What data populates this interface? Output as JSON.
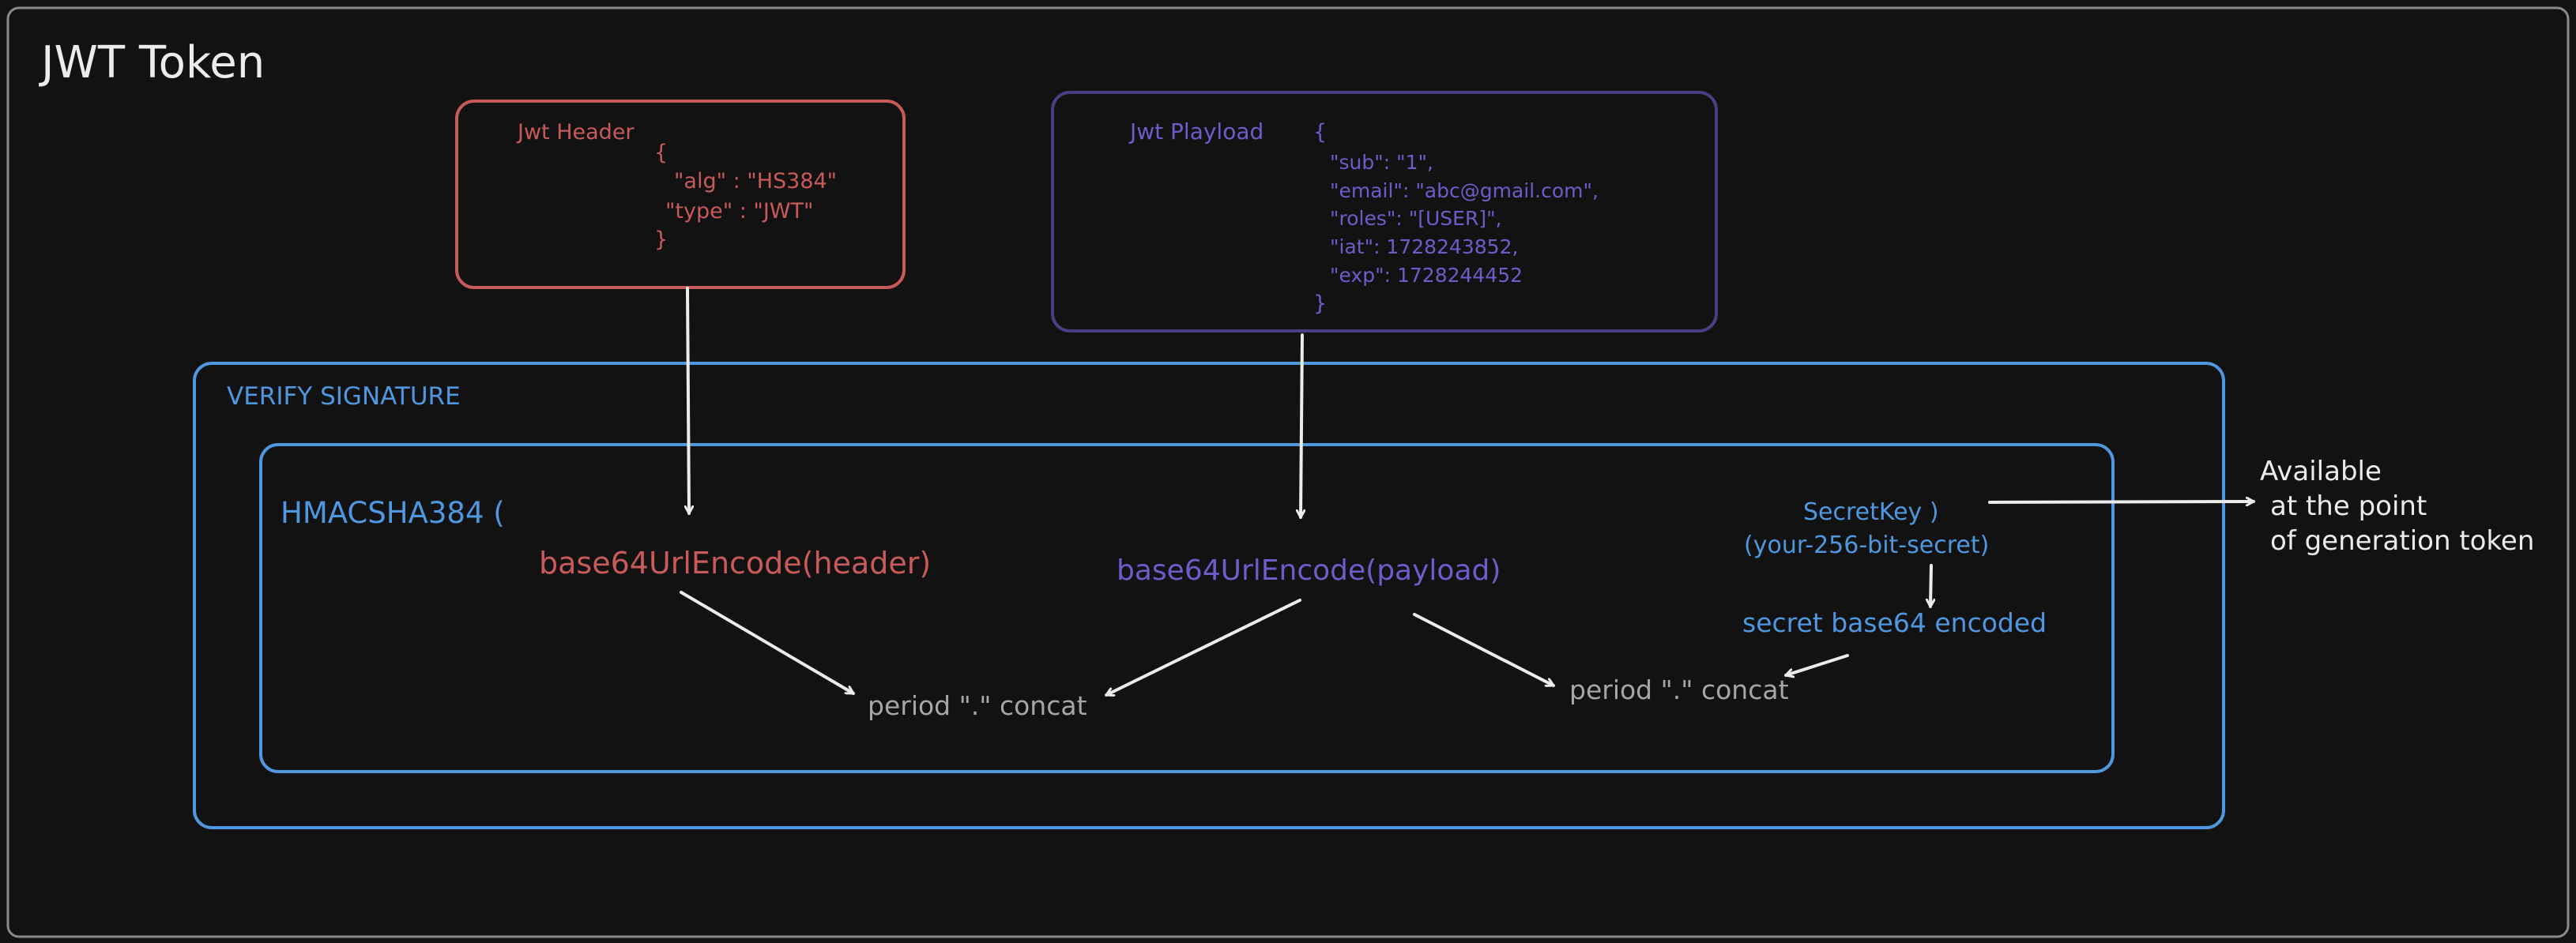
{
  "title": "JWT Token",
  "colors": {
    "background": "#121212",
    "frame": "#8a8a8a",
    "white": "#ececec",
    "header": "#c95a5a",
    "payload": "#6f5bc9",
    "payload_border": "#4a3f86",
    "blue": "#4f97e0",
    "grey": "#a6a6a6"
  },
  "header_box": {
    "label": "Jwt Header",
    "lines": [
      "{",
      "\"alg\" : \"HS384\"",
      "\"type\" : \"JWT\"",
      "}"
    ]
  },
  "payload_box": {
    "label": "Jwt Playload",
    "lines": [
      "{",
      "\"sub\": \"1\",",
      "\"email\": \"abc@gmail.com\",",
      "\"roles\": \"[USER]\",",
      "\"iat\": 1728243852,",
      "\"exp\": 1728244452",
      "}"
    ]
  },
  "verify": {
    "label": "VERIFY SIGNATURE",
    "function": "HMACSHA384 (",
    "header_encode": "base64UrlEncode(header)",
    "payload_encode": "base64UrlEncode(payload)",
    "concat_1": "period \".\" concat",
    "concat_2": "period \".\" concat",
    "secret_key": "SecretKey   )",
    "secret_hint": "(your-256-bit-secret)",
    "secret_encoded": "secret base64 encoded"
  },
  "note": {
    "lines": [
      "Available",
      "at the point",
      "of generation token"
    ]
  }
}
